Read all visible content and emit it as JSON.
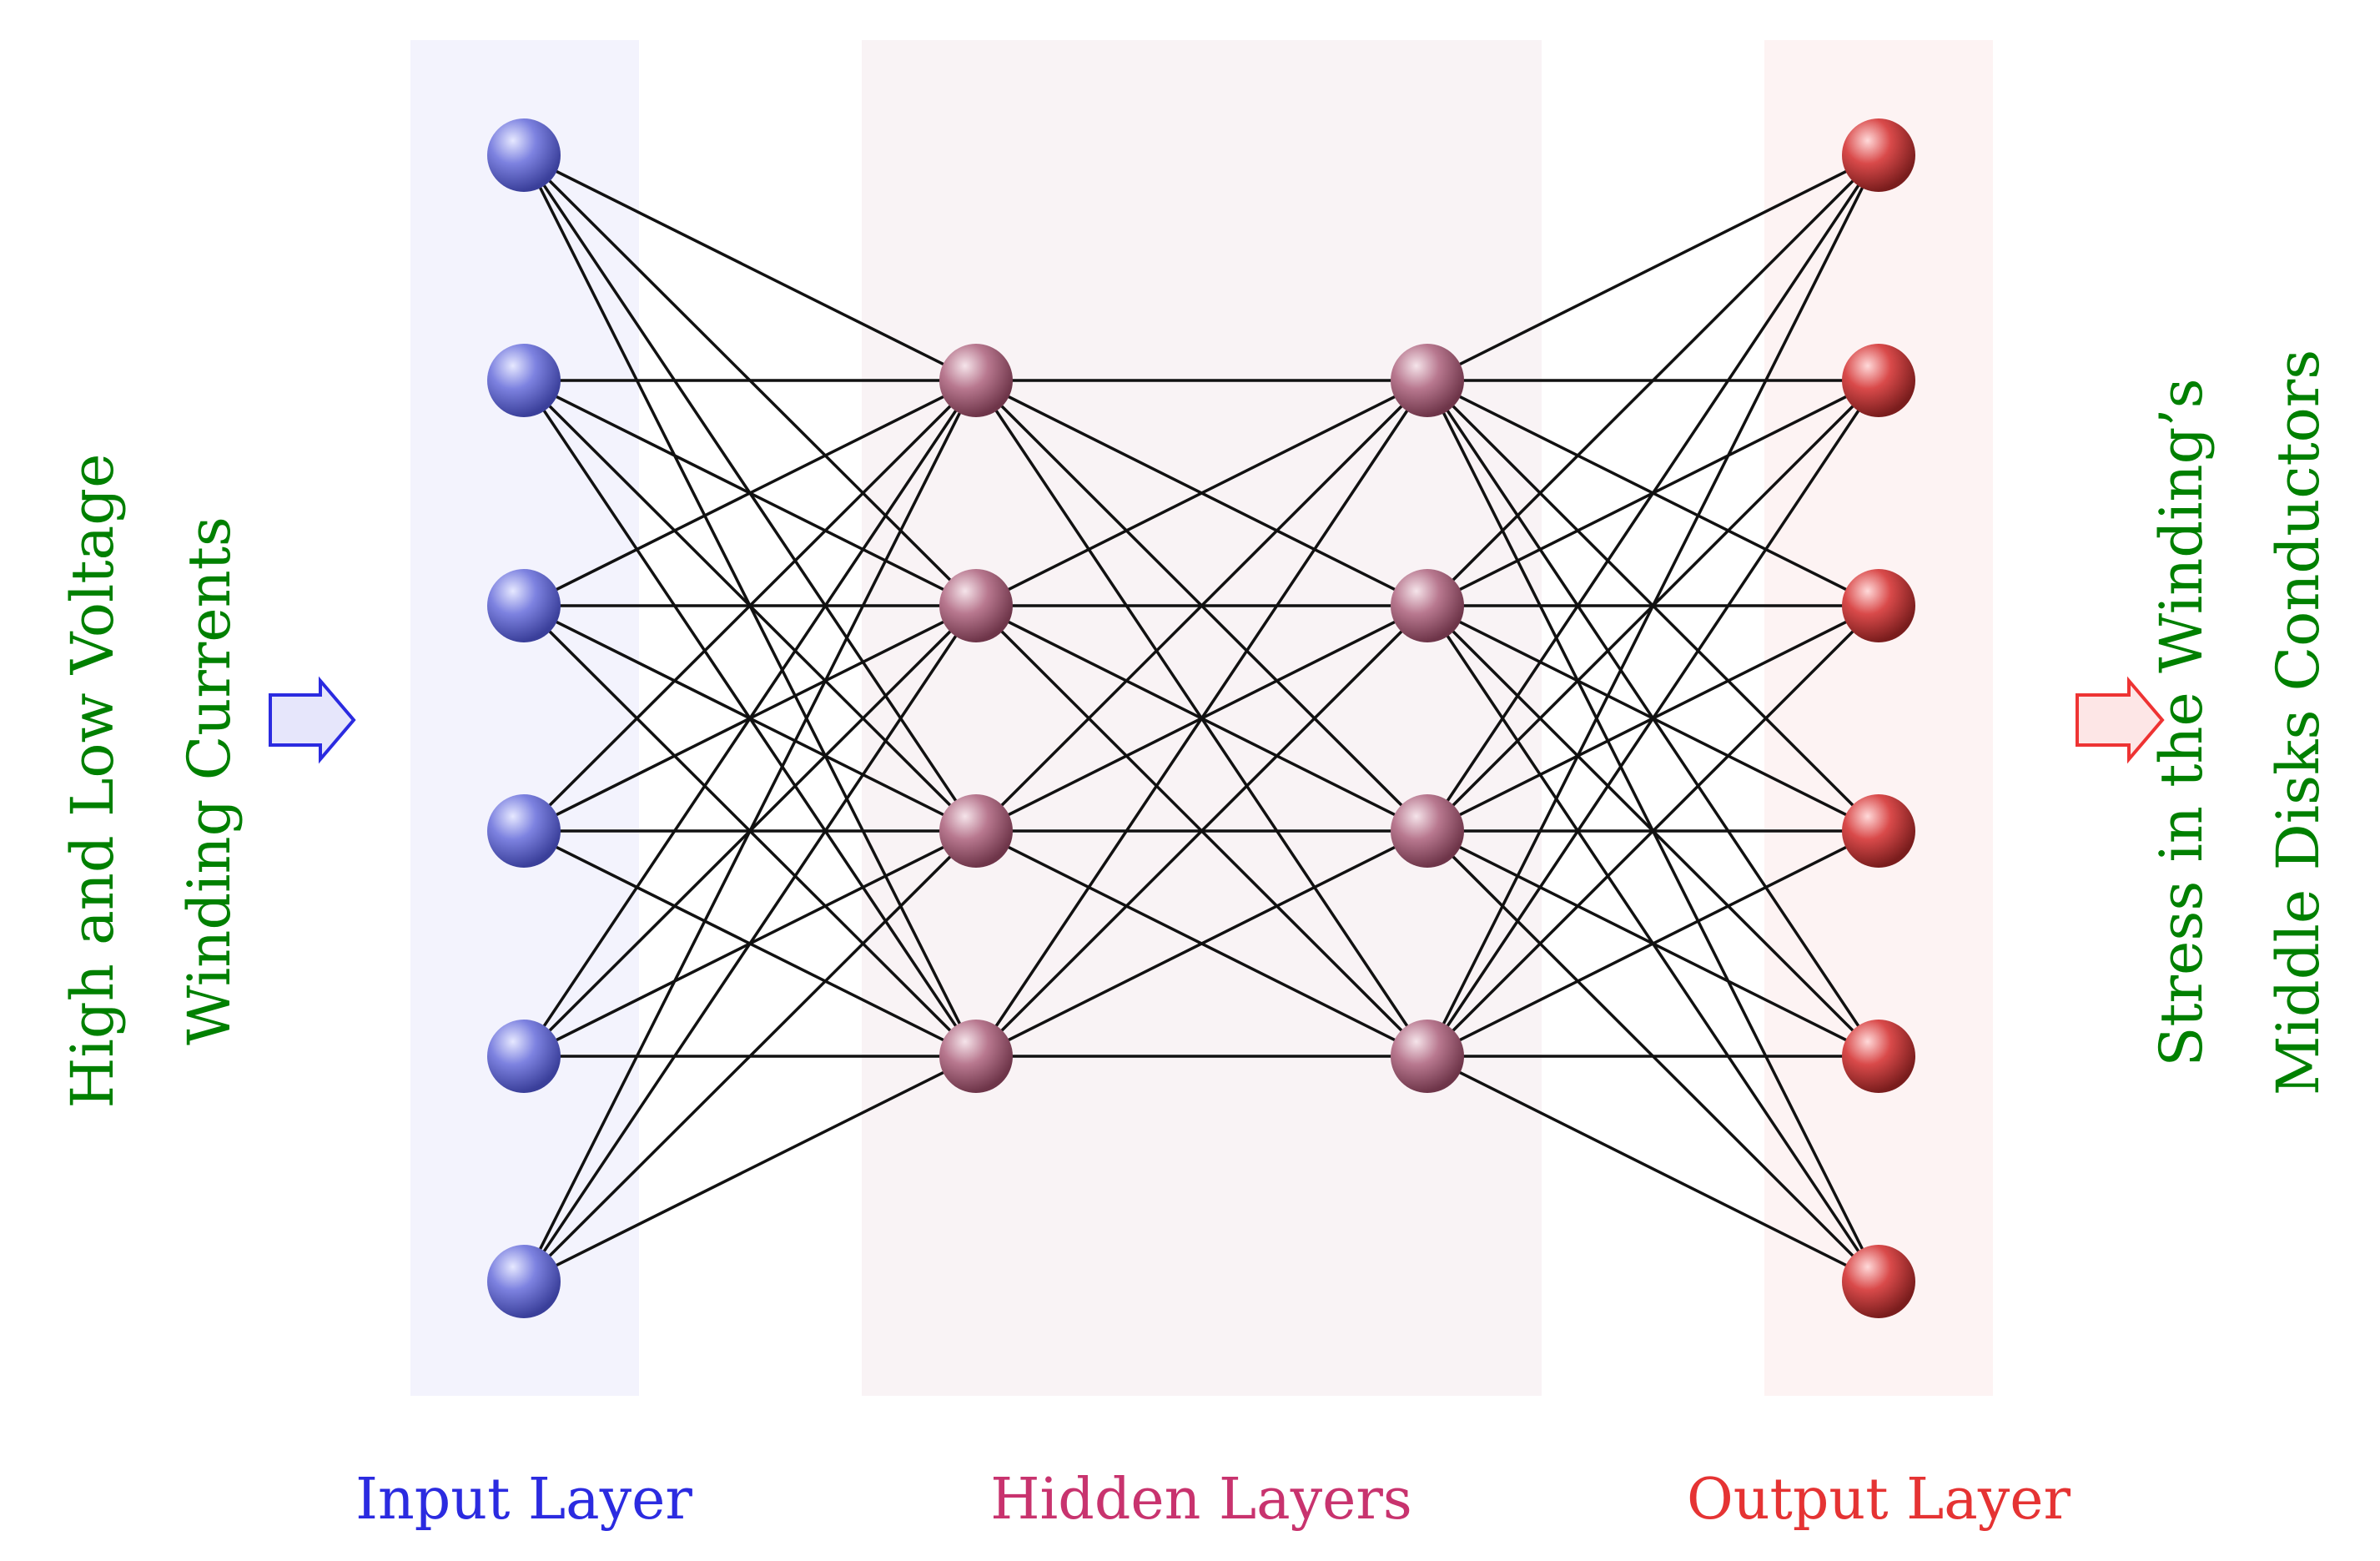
{
  "input_label_lines": [
    "High and Low Voltage",
    "Winding Currents"
  ],
  "output_label_lines": [
    "Stress in the Winding’s",
    "Middle Disks Conductors"
  ],
  "layers": [
    {
      "caption": "Input Layer",
      "color": "#2b2be0",
      "nodes": 6,
      "node_color": "#6b6fd9",
      "band_color": "#f3f3fd"
    },
    {
      "caption": "Hidden Layers",
      "color": "#c8336e",
      "node_color": "#b56f87",
      "band_color": "#f9f3f5",
      "hidden_counts": [
        4,
        4
      ]
    },
    {
      "caption": "Output Layer",
      "color": "#e53333",
      "nodes": 6,
      "node_color": "#cc3d3d",
      "band_color": "#fdf3f3"
    }
  ],
  "arrow_colors": {
    "input": "#2b2be0",
    "output": "#ee3333"
  },
  "label_color": "#008000",
  "edge_color": "#111111"
}
